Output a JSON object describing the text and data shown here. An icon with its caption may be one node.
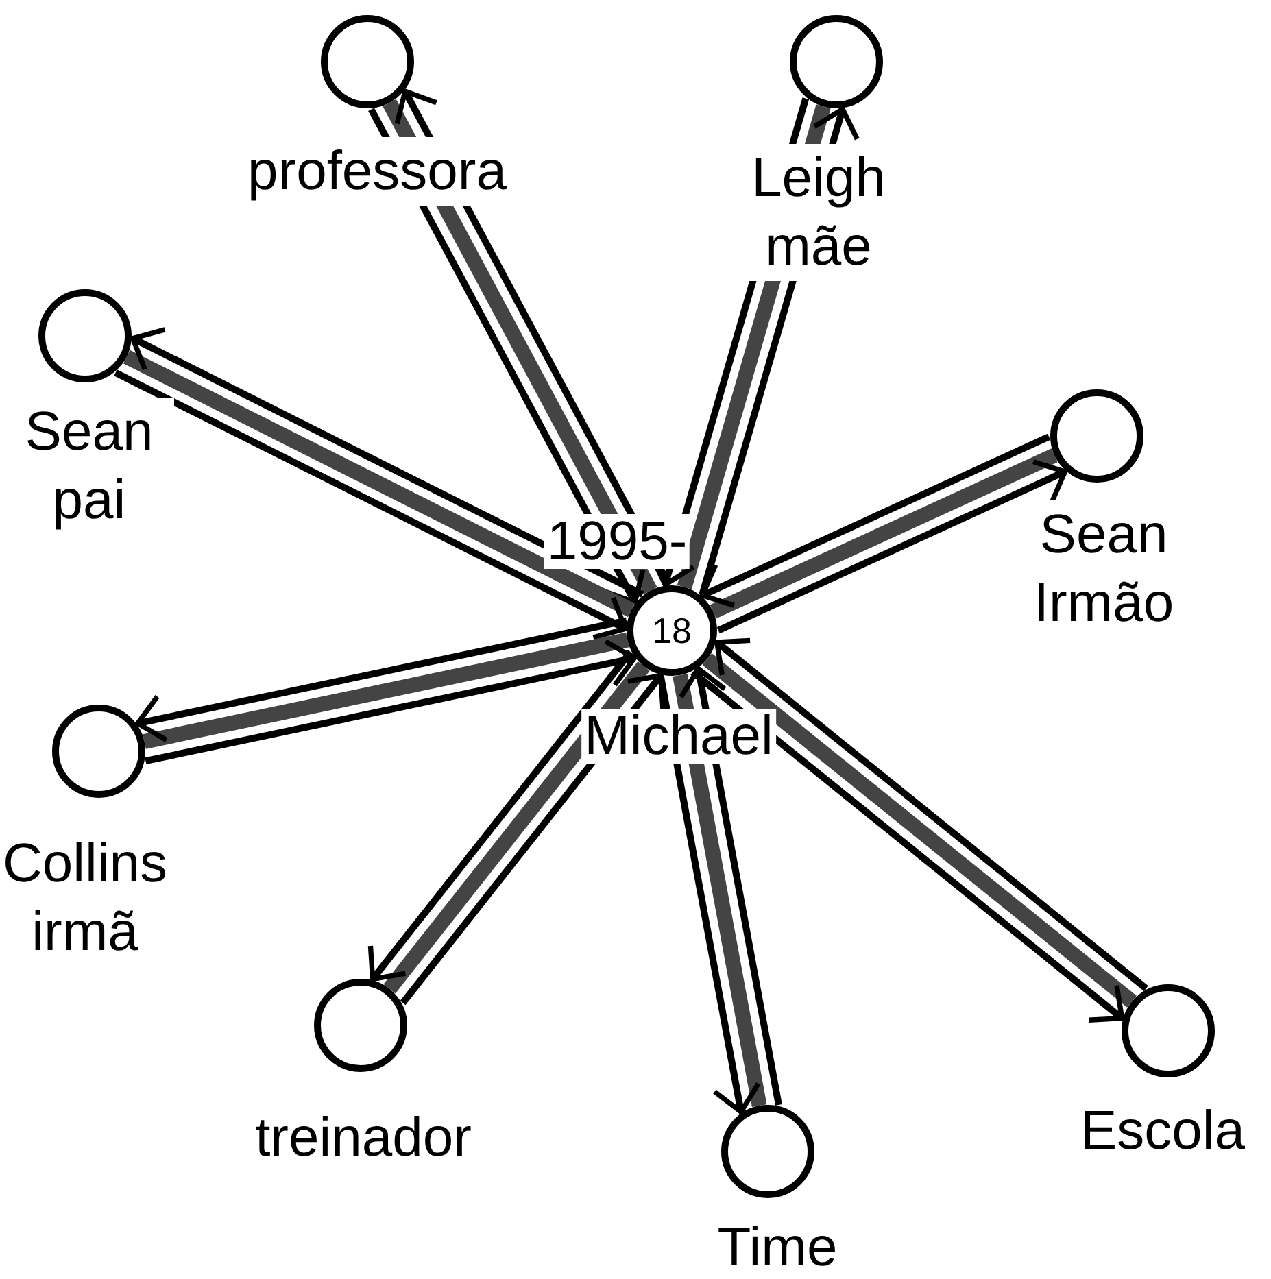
{
  "diagram": {
    "nodes": [
      {
        "text": [],
        "shape": "circle",
        "beside": [
          "professora"
        ]
      },
      {
        "text": [],
        "shape": "circle",
        "beside": [
          "Leigh mãe"
        ]
      },
      {
        "text": [],
        "shape": "circle",
        "beside": [
          "Sean pai"
        ]
      },
      {
        "text": [],
        "shape": "circle",
        "beside": [
          "Sean Irmão"
        ]
      },
      {
        "text": [
          "18"
        ],
        "beside": [
          "1995-",
          "Michael"
        ]
      },
      {
        "text": [],
        "shape": "circle",
        "beside": [
          "Collins irmã"
        ]
      },
      {
        "text": [],
        "shape": "circle",
        "beside": [
          "treinador"
        ]
      },
      {
        "text": [],
        "shape": "circle",
        "beside": [
          "Escola"
        ]
      },
      {
        "text": [],
        "shape": "circle",
        "beside": [
          "Time"
        ]
      }
    ],
    "edges": [
      {
        "from": 0,
        "to": 4,
        "arrow": "none",
        "style": "thick",
        "color": "#444444"
      },
      {
        "from": 0,
        "to": 4,
        "arrow": "to"
      },
      {
        "from": 4,
        "to": 0,
        "arrow": "to"
      },
      {
        "from": 1,
        "to": 4,
        "arrow": "none",
        "style": "thick",
        "color": "#444444"
      },
      {
        "from": 1,
        "to": 4,
        "arrow": "to"
      },
      {
        "from": 4,
        "to": 1,
        "arrow": "to"
      },
      {
        "from": 2,
        "to": 4,
        "arrow": "none",
        "style": "thick",
        "color": "#444444"
      },
      {
        "from": 2,
        "to": 4,
        "arrow": "to"
      },
      {
        "from": 4,
        "to": 2,
        "arrow": "to"
      },
      {
        "from": 3,
        "to": 4,
        "arrow": "none",
        "style": "thick",
        "color": "#444444"
      },
      {
        "from": 3,
        "to": 4,
        "arrow": "to"
      },
      {
        "from": 4,
        "to": 3,
        "arrow": "to"
      },
      {
        "from": 5,
        "to": 4,
        "arrow": "none",
        "style": "thick",
        "color": "#444444"
      },
      {
        "from": 5,
        "to": 4,
        "arrow": "to"
      },
      {
        "from": 4,
        "to": 5,
        "arrow": "to"
      },
      {
        "from": 6,
        "to": 4,
        "arrow": "none",
        "style": "thick",
        "color": "#444444"
      },
      {
        "from": 6,
        "to": 4,
        "arrow": "to"
      },
      {
        "from": 4,
        "to": 6,
        "arrow": "to"
      },
      {
        "from": 7,
        "to": 4,
        "arrow": "none",
        "style": "thick",
        "color": "#444444"
      },
      {
        "from": 7,
        "to": 4,
        "arrow": "to"
      },
      {
        "from": 4,
        "to": 7,
        "arrow": "to"
      },
      {
        "from": 8,
        "to": 4,
        "arrow": "none",
        "style": "thick",
        "color": "#444444"
      },
      {
        "from": 8,
        "to": 4,
        "arrow": "to"
      },
      {
        "from": 4,
        "to": 8,
        "arrow": "to"
      }
    ]
  }
}
